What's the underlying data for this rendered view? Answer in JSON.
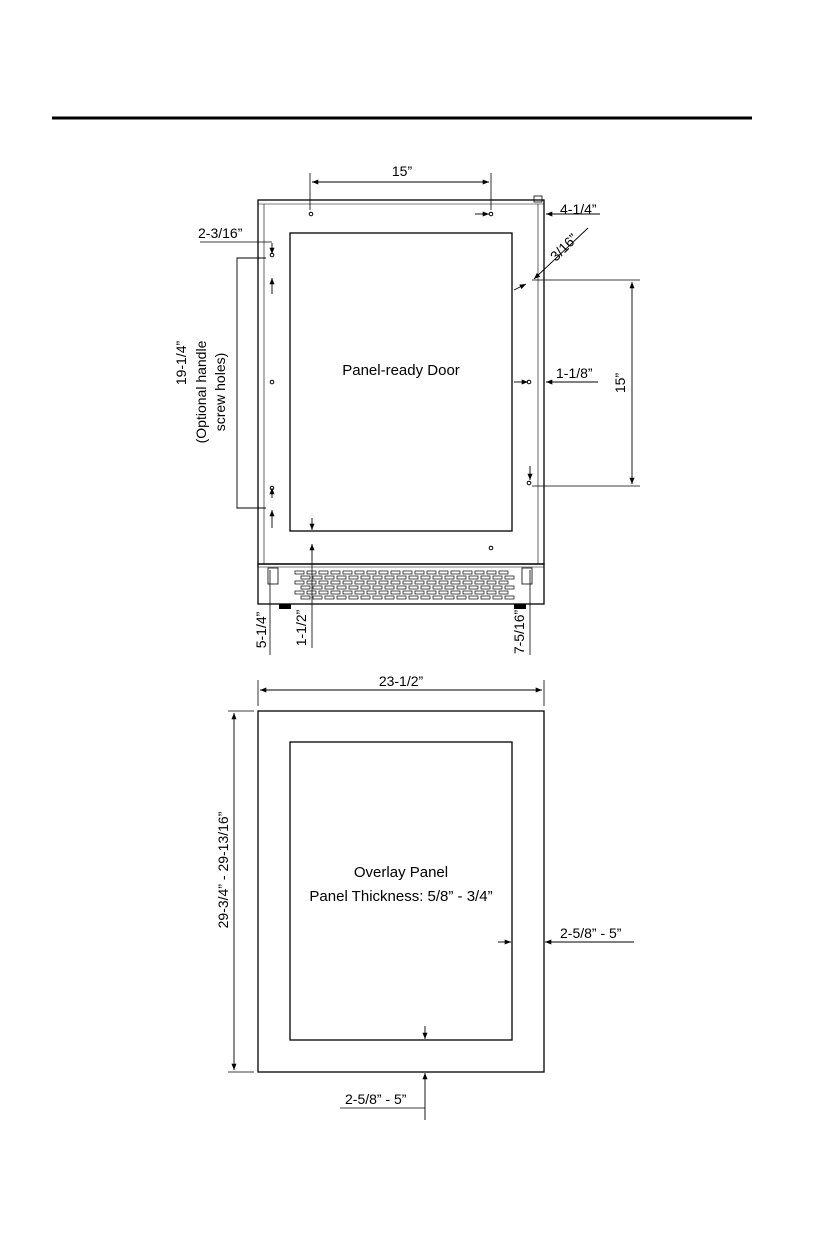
{
  "door": {
    "label": "Panel-ready Door",
    "dim_top_holes": "15”",
    "dim_top_right": "4-1/4”",
    "dim_corner": "3/16”",
    "dim_left_offset": "2-3/16”",
    "dim_handle_span": "19-1/4”",
    "handle_note_line1": "(Optional handle",
    "handle_note_line2": "screw holes)",
    "dim_right_offset": "1-1/8”",
    "dim_right_span": "15”",
    "dim_bottom_left": "5-1/4”",
    "dim_bottom_mid": "1-1/2”",
    "dim_bottom_right": "7-5/16”"
  },
  "panel": {
    "label": "Overlay Panel",
    "thickness": "Panel Thickness: 5/8” - 3/4”",
    "dim_width": "23-1/2”",
    "dim_height": "29-3/4” - 29-13/16”",
    "dim_side_overlap": "2-5/8” - 5”",
    "dim_bottom_overlap": "2-5/8” - 5”"
  },
  "colors": {
    "line": "#000000",
    "background": "#ffffff"
  }
}
